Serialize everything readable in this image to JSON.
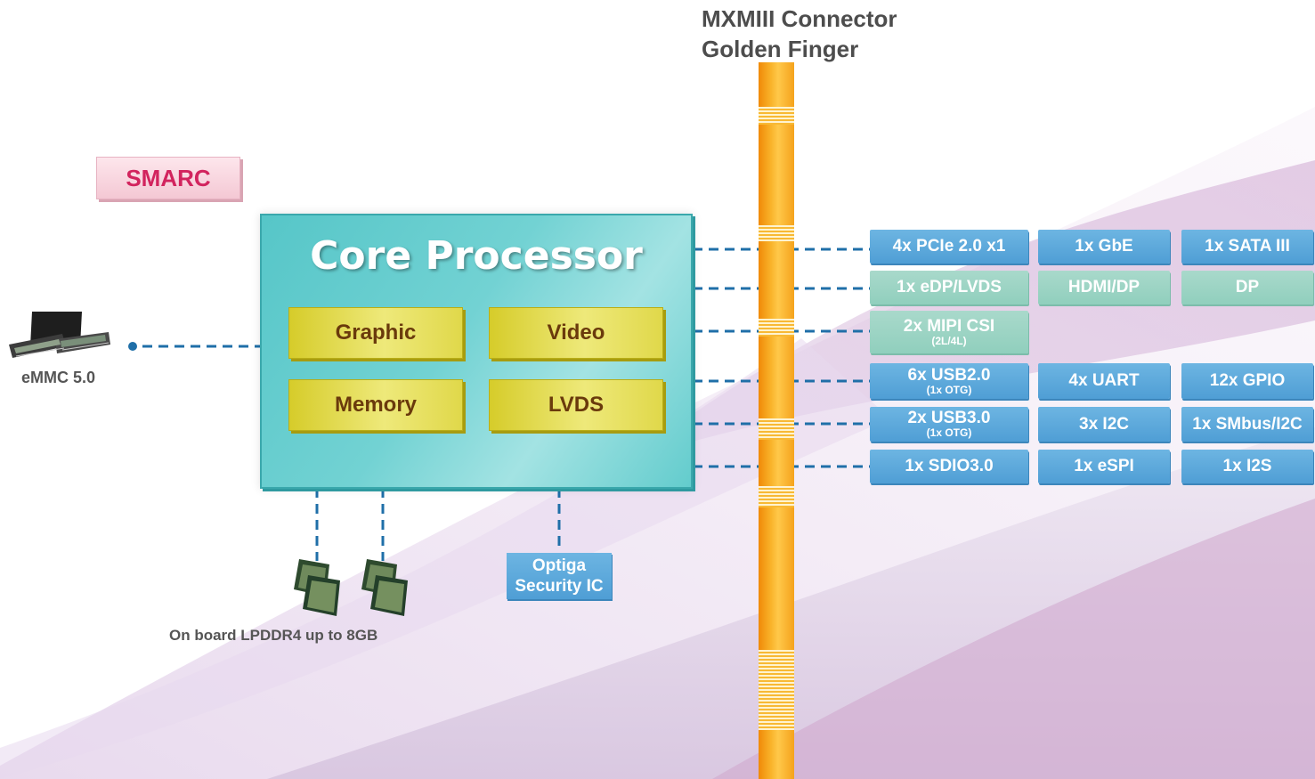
{
  "connector": {
    "title_line1": "MXMIII Connector",
    "title_line2": "Golden Finger"
  },
  "badge": "SMARC",
  "processor": {
    "title": "Core Processor",
    "blocks": [
      "Graphic",
      "Video",
      "Memory",
      "LVDS"
    ]
  },
  "emmc": {
    "label": "eMMC 5.0"
  },
  "memory": {
    "label": "On board LPDDR4 up to 8GB"
  },
  "security": {
    "line1": "Optiga",
    "line2": "Security IC"
  },
  "interfaces": {
    "row1": [
      "4x PCIe 2.0 x1",
      "1x GbE",
      "1x SATA III"
    ],
    "row2": [
      "1x eDP/LVDS",
      "HDMI/DP",
      "DP"
    ],
    "row3": {
      "main": "2x MIPI CSI",
      "sub": "(2L/4L)"
    },
    "row4": {
      "main": "6x USB2.0",
      "sub": "(1x OTG)",
      "c2": "4x UART",
      "c3": "12x GPIO"
    },
    "row5": {
      "main": "2x USB3.0",
      "sub": "(1x OTG)",
      "c2": "3x I2C",
      "c3": "1x SMbus/I2C"
    },
    "row6": [
      "1x SDIO3.0",
      "1x eSPI",
      "1x I2S"
    ]
  },
  "colors": {
    "interface_blue": "#4f9ed5",
    "interface_teal": "#90cfbd",
    "processor": "#56c6c8",
    "bus": "#f9b32a",
    "badge_text": "#d2245e"
  },
  "icons": [
    "emmc-chip-icon",
    "lpddr4-chip-icon"
  ]
}
